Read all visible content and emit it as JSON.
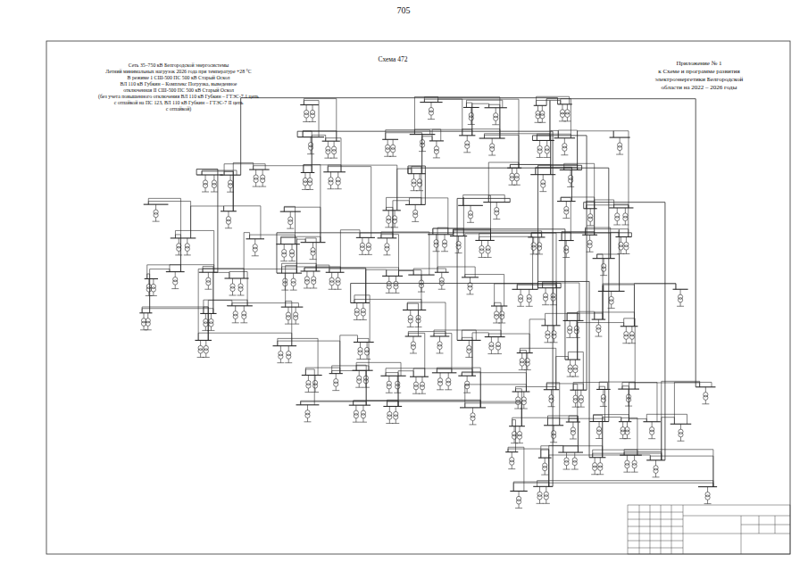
{
  "diagram": {
    "title": "Схема 472",
    "labels": [
      "705",
      "Сеть 35–750 кВ Белгородской энергосистемы",
      "Летний минимальных нагрузок 2026 года при температуре +28 °С",
      "В режиме 1 СШ-500 ПС 500 кВ Старый Оскол",
      "ВЛ 110 кВ Губкин – Комплекс Погрузка, выведенное",
      "отключенная II СШ-500 ПС 500 кВ Старый Оскол",
      "(без учета повышенного отключения ВЛ 110 кВ Губкин – ГТЭС-7.1 цепь",
      "с отпайкой на ПС 123, ВЛ 110 кВ Губкин – ГТЭС-7 II цепь",
      "с отпайкой)",
      "Приложение № 1",
      "к Схеме и программе развития",
      "электроэнергетики Белгородской",
      "области на 2022 – 2026 годы"
    ]
  }
}
